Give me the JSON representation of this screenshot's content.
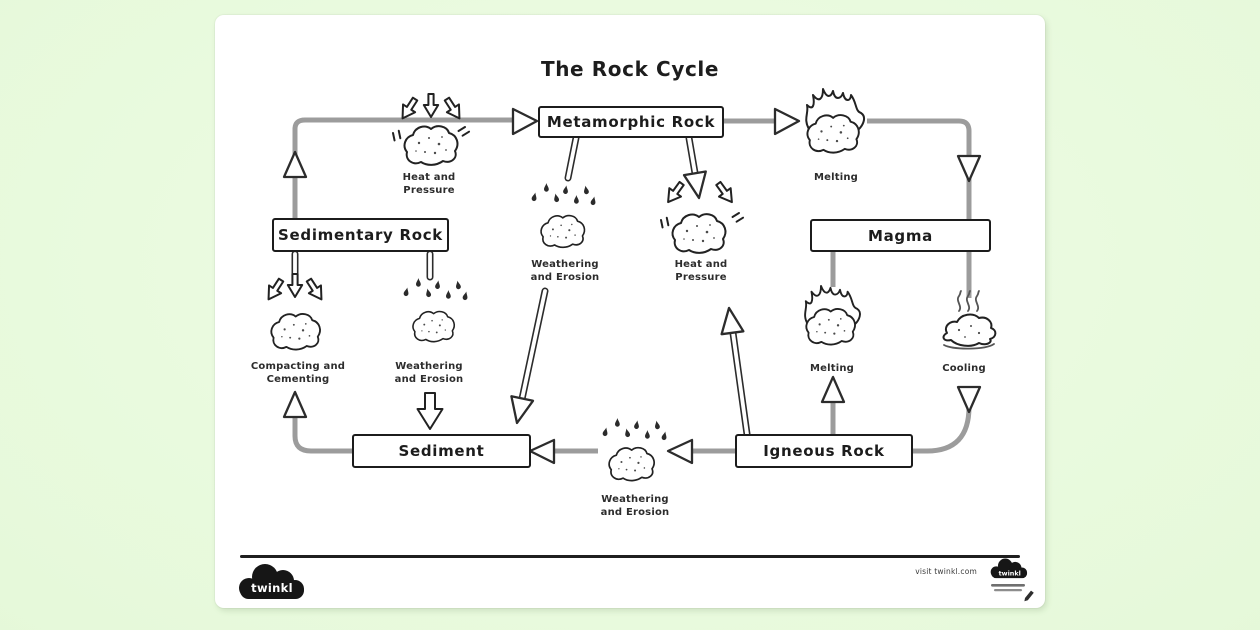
{
  "title": "The Rock Cycle",
  "boxes": {
    "metamorphic": "Metamorphic Rock",
    "sedimentary": "Sedimentary Rock",
    "magma": "Magma",
    "sediment": "Sediment",
    "igneous": "Igneous Rock"
  },
  "labels": {
    "heat_pressure_top": "Heat and\nPressure",
    "melting_top": "Melting",
    "weathering_mid": "Weathering\nand Erosion",
    "heat_pressure_right": "Heat and\nPressure",
    "compacting": "Compacting and\nCementing",
    "weathering_left": "Weathering\nand Erosion",
    "melting_bottom": "Melting",
    "cooling": "Cooling",
    "weathering_bottom": "Weathering\nand Erosion"
  },
  "footer": {
    "brand": "twinkl",
    "visit": "visit twinkl.com",
    "badge_brand": "twinkl"
  },
  "icons": {
    "rock": "rock-icon",
    "rain": "rain-icon",
    "fire": "fire-icon",
    "steam": "steam-icon",
    "press_arrows": "press-arrows-icon",
    "brand_cloud": "twinkl-cloud-logo"
  },
  "colors": {
    "background_green": "#e6f9da",
    "paper_white": "#ffffff",
    "connector_gray": "#9c9c9c",
    "ink_black": "#1f1f1f"
  }
}
